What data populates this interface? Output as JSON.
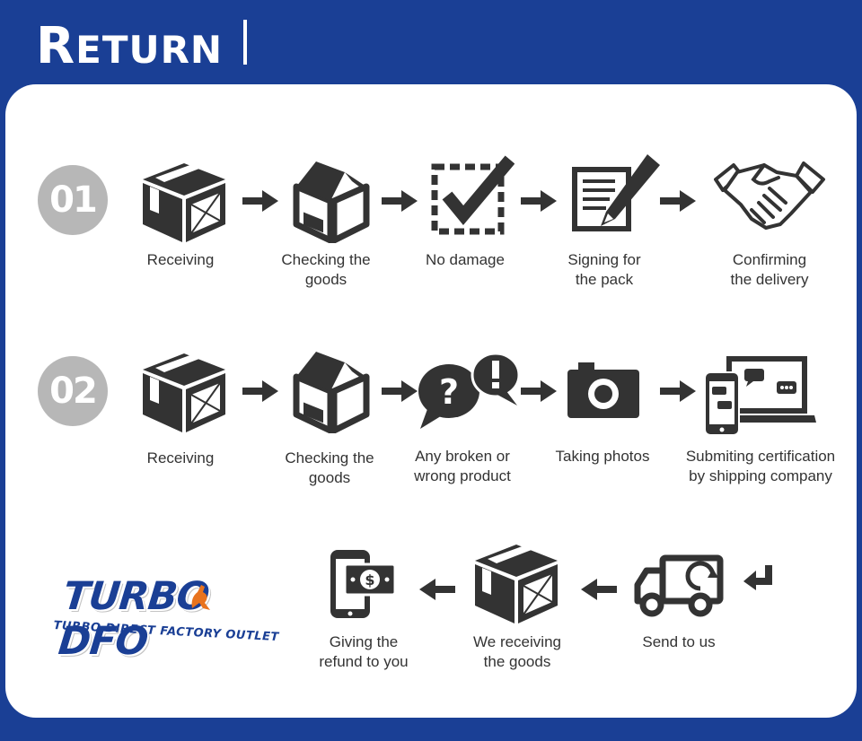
{
  "header": {
    "title_first": "R",
    "title_rest": "ETURN"
  },
  "brand": {
    "name": "TURBO DFO",
    "tagline": "TURBO DIRECT FACTORY OUTLET",
    "blue": "#1a3f95",
    "orange": "#e8731e"
  },
  "colors": {
    "icon": "#333333",
    "badge": "#b7b7b7",
    "background_blue": "#1a3f95"
  },
  "row1": {
    "badge": "01",
    "steps": [
      {
        "icon": "box-icon",
        "lines": [
          "Receiving"
        ]
      },
      {
        "icon": "open-box-icon",
        "lines": [
          "Checking the",
          "goods"
        ]
      },
      {
        "icon": "checkmark-icon",
        "lines": [
          "No damage"
        ]
      },
      {
        "icon": "sign-document-icon",
        "lines": [
          "Signing for",
          "the pack"
        ]
      },
      {
        "icon": "handshake-icon",
        "lines": [
          "Confirming",
          "the delivery"
        ]
      }
    ]
  },
  "row2": {
    "badge": "02",
    "steps": [
      {
        "icon": "box-icon",
        "lines": [
          "Receiving"
        ]
      },
      {
        "icon": "open-box-icon",
        "lines": [
          "Checking the",
          "goods"
        ]
      },
      {
        "icon": "question-exclamation-icon",
        "lines": [
          "Any broken or",
          "wrong product"
        ]
      },
      {
        "icon": "camera-icon",
        "lines": [
          "Taking photos"
        ]
      },
      {
        "icon": "devices-chat-icon",
        "lines": [
          "Submiting certification",
          "by shipping company"
        ]
      }
    ]
  },
  "row3": {
    "steps": [
      {
        "icon": "truck-icon",
        "lines": [
          "Send to us"
        ]
      },
      {
        "icon": "box-icon",
        "lines": [
          "We receiving",
          "the goods"
        ]
      },
      {
        "icon": "phone-money-icon",
        "lines": [
          "Giving the",
          "refund to you"
        ]
      }
    ]
  }
}
